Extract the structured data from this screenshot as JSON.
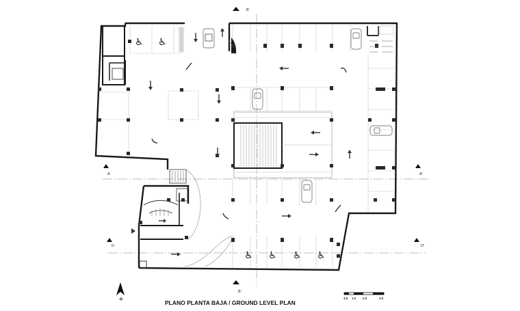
{
  "plan": {
    "title": "PLANO PLANTA  BAJA / GROUND LEVEL PLAN",
    "north_label": "N",
    "section_labels": {
      "top": "B'",
      "bottom": "B'",
      "left_upper": "A",
      "right_upper": "A'",
      "left_lower": "D",
      "right_lower": "D'"
    },
    "scale_bar": [
      "3.5",
      "1.0",
      "2.0",
      "3.0"
    ]
  },
  "colors": {
    "wall": "#1a1a1a",
    "thin": "#bdbdbd",
    "axis": "#9a9a9a",
    "arrow": "#333333"
  }
}
